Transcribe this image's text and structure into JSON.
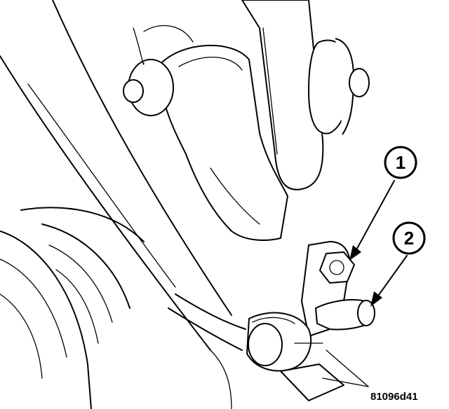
{
  "callouts": [
    {
      "number": "1"
    },
    {
      "number": "2"
    }
  ],
  "figure_id": "81096d41"
}
